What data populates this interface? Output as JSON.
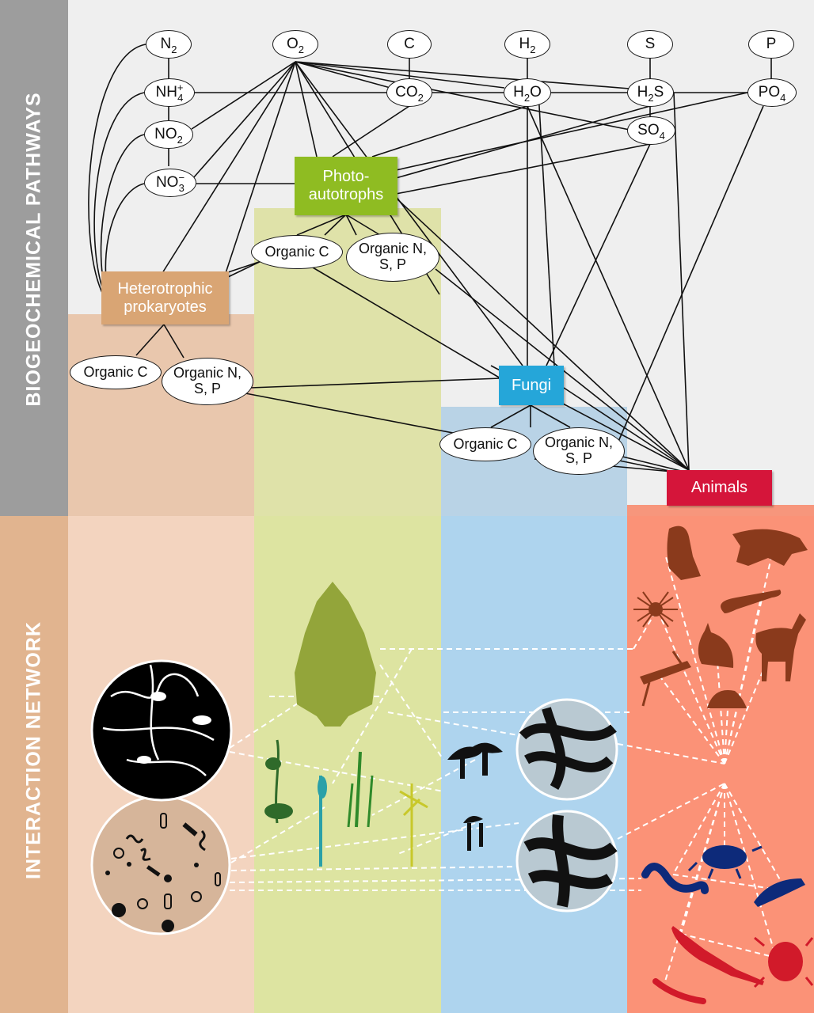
{
  "sections": {
    "top_label": "BIOGEOCHEMICAL PATHWAYS",
    "bottom_label": "INTERACTION NETWORK"
  },
  "chemicals": {
    "n2": {
      "base": "N",
      "sub": "2"
    },
    "o2": {
      "base": "O",
      "sub": "2"
    },
    "c": {
      "base": "C"
    },
    "h2": {
      "base": "H",
      "sub": "2"
    },
    "s": {
      "base": "S"
    },
    "p": {
      "base": "P"
    },
    "nh4": {
      "base": "NH",
      "sub": "4",
      "sup": "+"
    },
    "co2": {
      "base": "CO",
      "sub": "2"
    },
    "h2o": {
      "base": "H",
      "sub": "2",
      "tail": "O"
    },
    "h2s": {
      "base": "H",
      "sub": "2",
      "tail": "S"
    },
    "po4": {
      "base": "PO",
      "sub": "4"
    },
    "no2": {
      "base": "NO",
      "sub": "2"
    },
    "so4": {
      "base": "SO",
      "sub": "4"
    },
    "no3": {
      "base": "NO",
      "sub": "3",
      "sup": "−"
    }
  },
  "organisms": {
    "photoautotrophs": "Photo-\nautotrophs",
    "heterotrophs": "Heterotrophic\nprokaryotes",
    "fungi": "Fungi",
    "animals": "Animals"
  },
  "organic": {
    "c": "Organic C",
    "nsp": "Organic N,\nS, P"
  },
  "colors": {
    "photoautotrophs": "#8fbc22",
    "heterotrophs": "#d9a574",
    "fungi": "#25a6d9",
    "animals": "#d5153a",
    "tree": "#93a53a",
    "animal_top": "#8a3a1c",
    "animal_bottom": "#0d2a7a",
    "animal_red": "#d11a2a"
  },
  "icons": [
    "tree-icon",
    "herb-icon",
    "mushroom-icon",
    "hyphae-icon",
    "microbe-icon",
    "eagle-icon",
    "wolf-icon",
    "spider-icon",
    "lizard-icon",
    "deer-icon",
    "rabbit-icon",
    "grasshopper-icon",
    "snail-icon",
    "beetle-icon",
    "worm-icon",
    "springtail-icon",
    "salamander-icon",
    "mite-icon",
    "centipede-icon"
  ]
}
